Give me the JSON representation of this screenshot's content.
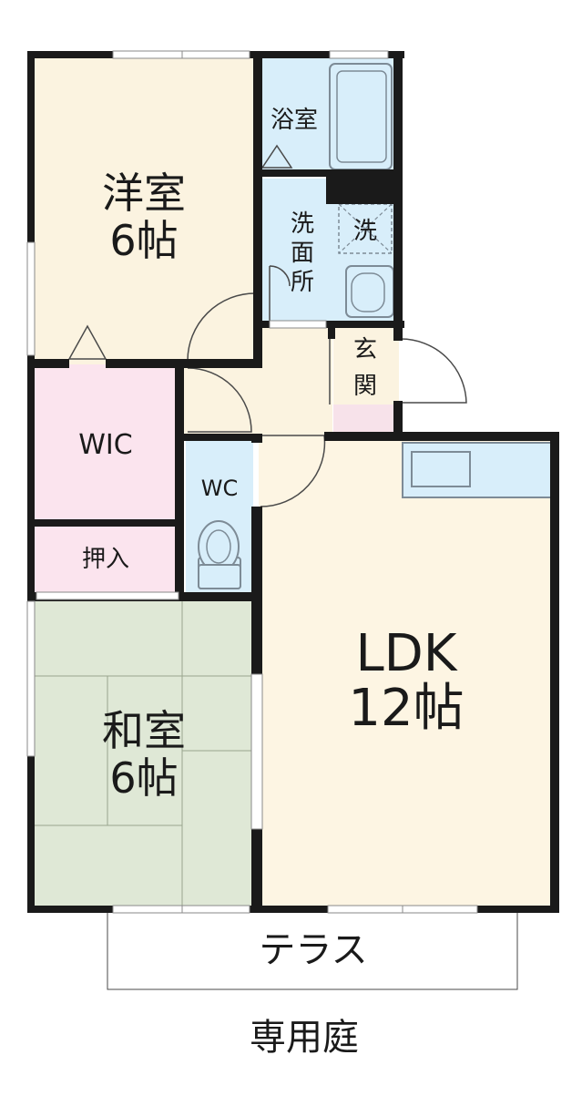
{
  "rooms": {
    "youshitsu": {
      "name": "洋室",
      "size": "6帖"
    },
    "washitsu": {
      "name": "和室",
      "size": "6帖"
    },
    "ldk": {
      "name": "LDK",
      "size": "12帖"
    },
    "wic": "WIC",
    "oshiire": "押入",
    "wc": "WC",
    "bath": "浴室",
    "washroom": [
      "洗",
      "面",
      "所"
    ],
    "washer": "洗",
    "entrance": [
      "玄",
      "関"
    ]
  },
  "terrace": "テラス",
  "garden": "専用庭",
  "colors": {
    "wall": "#1a1a1a",
    "western_room": "#fbf3e0",
    "japanese_room": "#dfe8d6",
    "storage": "#fbe4ee",
    "water_area": "#d8eefa",
    "living": "#fdf5e3",
    "entrance": "#f7e2ea"
  }
}
